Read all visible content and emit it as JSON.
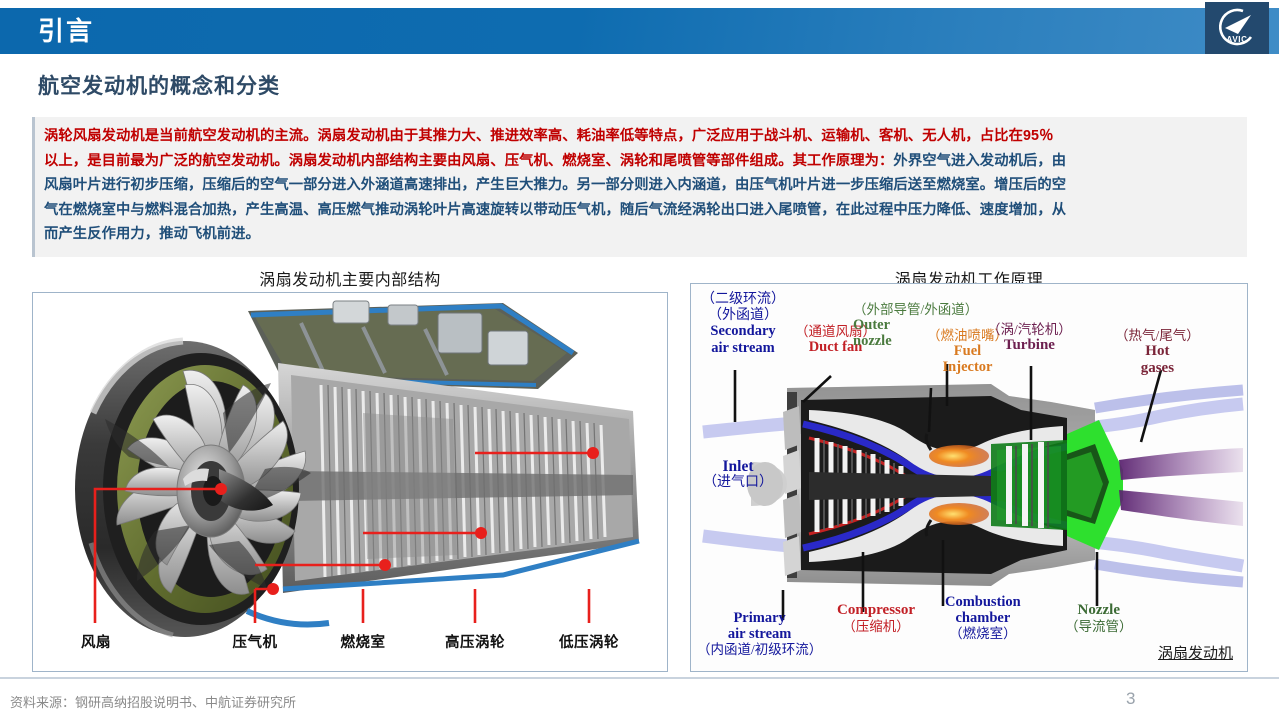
{
  "header": {
    "title": "引言",
    "logo_text": "AVIC",
    "logo_name": "avic-logo",
    "bar_color": "#0e6cb0",
    "logo_bg": "#23496e"
  },
  "section": {
    "title": "航空发动机的概念和分类"
  },
  "paragraph": {
    "red_color": "#c00000",
    "blue_color": "#1f4e79",
    "lines": [
      [
        {
          "t": "涡轮风扇发动机是当前航空发动机的主流。涡扇发动机由于其推力大、推进效率高、耗油率低等特点，广泛应用于战斗机、运输机、客机、无人机，占比在95％",
          "c": "red"
        }
      ],
      [
        {
          "t": "以上，是目前最为广泛的航空发动机。涡扇发动机内部结构主要由风扇、压气机、燃烧室、涡轮和尾喷管等部件组成。其工作原理为：",
          "c": "red"
        },
        {
          "t": "外界空气进入发动机后，由",
          "c": "blue"
        }
      ],
      [
        {
          "t": "风扇叶片进行初步压缩，压缩后的空气一部分进入外涵道高速排出，产生巨大推力。另一部分则进入内涵道，由压气机叶片进一步压缩后送至燃烧室。增压后的空",
          "c": "blue"
        }
      ],
      [
        {
          "t": "气在燃烧室中与燃料混合加热，产生高温、高压燃气推动涡轮叶片高速旋转以带动压气机，随后气流经涡轮出口进入尾喷管，在此过程中压力降低、速度增加，从",
          "c": "blue"
        }
      ],
      [
        {
          "t": "而产生反作用力，推动飞机前进。",
          "c": "blue"
        }
      ]
    ]
  },
  "captions": {
    "left": "涡扇发动机主要内部结构",
    "right": "涡扇发动机工作原理"
  },
  "left_diagram": {
    "callouts": [
      {
        "label": "风扇"
      },
      {
        "label": "压气机"
      },
      {
        "label": "燃烧室"
      },
      {
        "label": "高压涡轮"
      },
      {
        "label": "低压涡轮"
      }
    ],
    "leader_color": "#e8201c"
  },
  "right_diagram": {
    "labels": [
      {
        "key": "secondary",
        "cn1": "（二级环流）",
        "cn2": "（外函道）",
        "en1": "Secondary",
        "en2": "air stream",
        "color": "#13179c"
      },
      {
        "key": "duct_fan",
        "cn1": "（通道风扇）",
        "en1": "Duct fan",
        "color": "#c22026"
      },
      {
        "key": "outer_nozzle",
        "cn1": "（外部导管/外函道）",
        "en1": "Outer",
        "en2": "nozzle",
        "color": "#4a7a3e"
      },
      {
        "key": "fuel_injector",
        "cn1": "（燃油喷嘴）",
        "en1": "Fuel",
        "en2": "Injector",
        "color": "#d97a20"
      },
      {
        "key": "turbine",
        "cn1": "（涡/汽轮机）",
        "en1": "Turbine",
        "color": "#6d2050"
      },
      {
        "key": "hot_gases",
        "cn1": "（热气/尾气）",
        "en1": "Hot",
        "en2": "gases",
        "color": "#7a2438"
      },
      {
        "key": "inlet",
        "en1": "Inlet",
        "cn1": "（进气口）",
        "color": "#13179c"
      },
      {
        "key": "primary",
        "en1": "Primary",
        "en2": "air stream",
        "cn1": "（内函道/初级环流）",
        "color": "#13179c"
      },
      {
        "key": "compressor",
        "en1": "Compressor",
        "cn1": "（压缩机）",
        "color": "#c22026"
      },
      {
        "key": "combustion",
        "en1": "Combustion",
        "en2": "chamber",
        "cn1": "（燃烧室）",
        "color": "#13179c"
      },
      {
        "key": "nozzle",
        "en1": "Nozzle",
        "cn1": "（导流管）",
        "color": "#3c6b35"
      }
    ],
    "watermark": "涡扇发动机"
  },
  "footer": {
    "source": "资料来源：钢研高纳招股说明书、中航证券研究所",
    "page": "3"
  }
}
